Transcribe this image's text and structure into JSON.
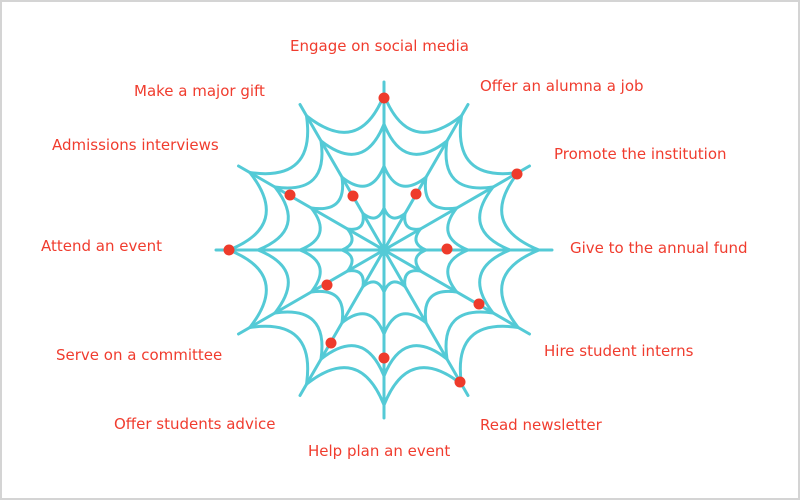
{
  "colors": {
    "web": "#54cad6",
    "label": "#f03c2e",
    "dot": "#ee3b2b",
    "border": "#d4d4d4"
  },
  "labels": {
    "engage_social": "Engage on social media",
    "offer_job": "Offer an alumna a job",
    "promote": "Promote the institution",
    "annual_fund": "Give to the annual fund",
    "hire_interns": "Hire student interns",
    "read_newsletter": "Read newsletter",
    "help_plan": "Help plan an event",
    "offer_advice": "Offer students advice",
    "committee": "Serve on a committee",
    "attend_event": "Attend an event",
    "admissions": "Admissions interviews",
    "major_gift": "Make a major gift"
  }
}
